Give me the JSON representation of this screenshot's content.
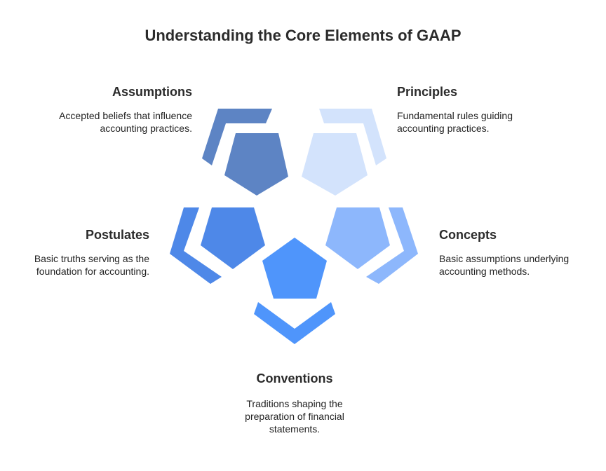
{
  "title": "Understanding the Core Elements of GAAP",
  "colors": {
    "assumptions": "#5d84c4",
    "principles": "#d3e3fc",
    "concepts": "#8db7fc",
    "conventions": "#4f95fb",
    "postulates": "#4e88e8"
  },
  "elements": {
    "assumptions": {
      "label": "Assumptions",
      "description_lines": [
        "Accepted beliefs that influence",
        "accounting practices."
      ]
    },
    "principles": {
      "label": "Principles",
      "description_lines": [
        "Fundamental rules guiding",
        "accounting practices."
      ]
    },
    "postulates": {
      "label": "Postulates",
      "description_lines": [
        "Basic truths serving as the",
        "foundation for accounting."
      ]
    },
    "concepts": {
      "label": "Concepts",
      "description_lines": [
        "Basic assumptions underlying",
        "accounting methods."
      ]
    },
    "conventions": {
      "label": "Conventions",
      "description_lines": [
        "Traditions shaping the",
        "preparation of financial",
        "statements."
      ]
    }
  }
}
